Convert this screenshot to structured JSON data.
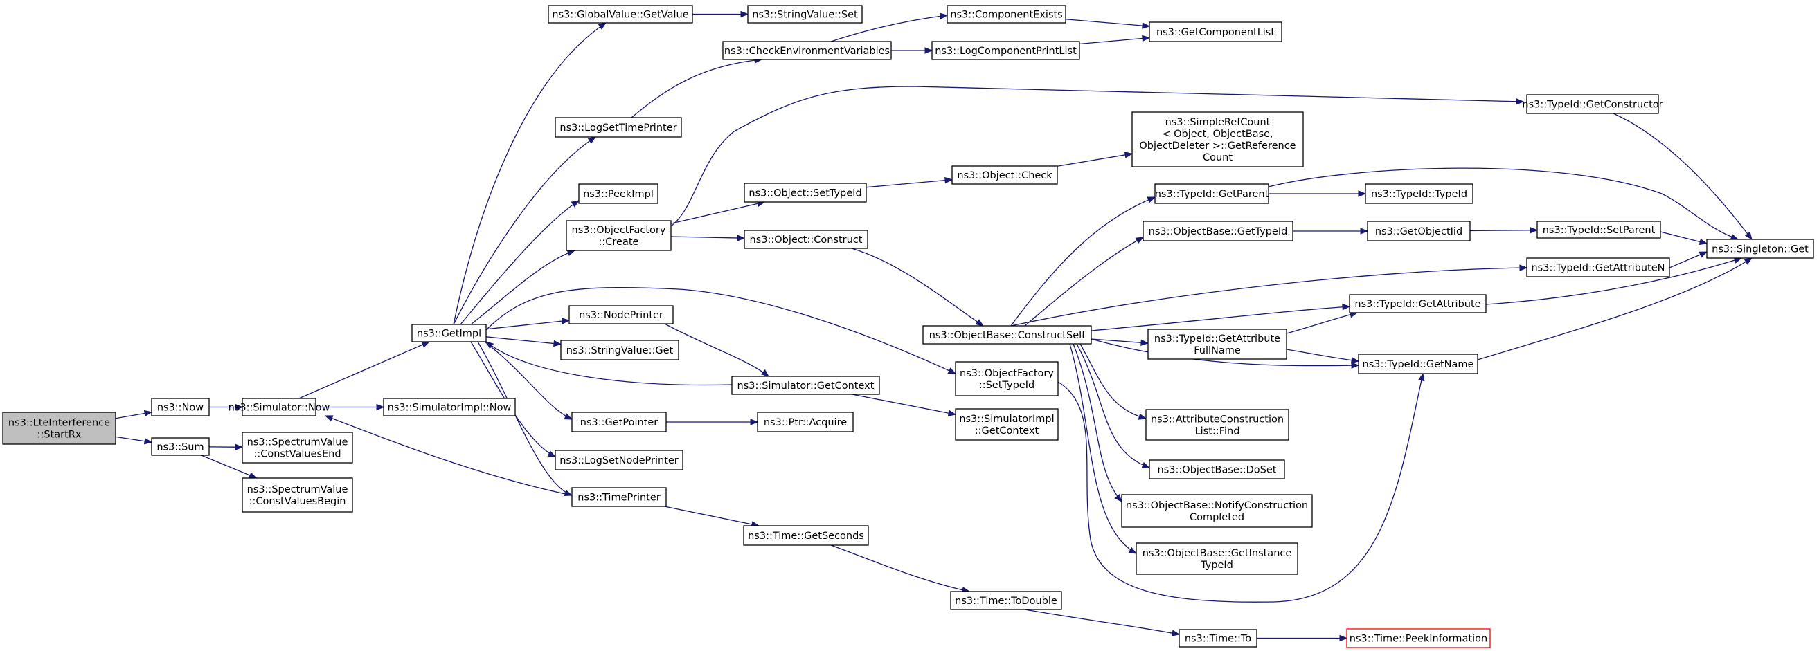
{
  "nodes": [
    {
      "id": "startrx",
      "lines": [
        "ns3::LteInterference",
        "::StartRx"
      ],
      "current": true
    },
    {
      "id": "now",
      "lines": [
        "ns3::Now"
      ]
    },
    {
      "id": "sum",
      "lines": [
        "ns3::Sum"
      ]
    },
    {
      "id": "sim_now",
      "lines": [
        "ns3::Simulator::Now"
      ]
    },
    {
      "id": "simimpl_now",
      "lines": [
        "ns3::SimulatorImpl::Now"
      ]
    },
    {
      "id": "cv_end",
      "lines": [
        "ns3::SpectrumValue",
        "::ConstValuesEnd"
      ]
    },
    {
      "id": "cv_begin",
      "lines": [
        "ns3::SpectrumValue",
        "::ConstValuesBegin"
      ]
    },
    {
      "id": "getimpl",
      "lines": [
        "ns3::GetImpl"
      ]
    },
    {
      "id": "gv_getvalue",
      "lines": [
        "ns3::GlobalValue::GetValue"
      ]
    },
    {
      "id": "sv_set",
      "lines": [
        "ns3::StringValue::Set"
      ]
    },
    {
      "id": "checkenv",
      "lines": [
        "ns3::CheckEnvironmentVariables"
      ]
    },
    {
      "id": "compexists",
      "lines": [
        "ns3::ComponentExists"
      ]
    },
    {
      "id": "logcompprint",
      "lines": [
        "ns3::LogComponentPrintList"
      ]
    },
    {
      "id": "getcomplist",
      "lines": [
        "ns3::GetComponentList"
      ]
    },
    {
      "id": "logsettime",
      "lines": [
        "ns3::LogSetTimePrinter"
      ]
    },
    {
      "id": "peekimpl",
      "lines": [
        "ns3::PeekImpl"
      ]
    },
    {
      "id": "of_create",
      "lines": [
        "ns3::ObjectFactory",
        "::Create"
      ]
    },
    {
      "id": "nodeprinter",
      "lines": [
        "ns3::NodePrinter"
      ]
    },
    {
      "id": "sv_get",
      "lines": [
        "ns3::StringValue::Get"
      ]
    },
    {
      "id": "getpointer",
      "lines": [
        "ns3::GetPointer"
      ]
    },
    {
      "id": "logsetnode",
      "lines": [
        "ns3::LogSetNodePrinter"
      ]
    },
    {
      "id": "timeprinter",
      "lines": [
        "ns3::TimePrinter"
      ]
    },
    {
      "id": "obj_settypeid",
      "lines": [
        "ns3::Object::SetTypeId"
      ]
    },
    {
      "id": "obj_construct",
      "lines": [
        "ns3::Object::Construct"
      ]
    },
    {
      "id": "sim_getcontext",
      "lines": [
        "ns3::Simulator::GetContext"
      ]
    },
    {
      "id": "ptr_acquire",
      "lines": [
        "ns3::Ptr::Acquire"
      ]
    },
    {
      "id": "time_getseconds",
      "lines": [
        "ns3::Time::GetSeconds"
      ]
    },
    {
      "id": "obj_check",
      "lines": [
        "ns3::Object::Check"
      ]
    },
    {
      "id": "ob_constructself",
      "lines": [
        "ns3::ObjectBase::ConstructSelf"
      ]
    },
    {
      "id": "of_settypeid",
      "lines": [
        "ns3::ObjectFactory",
        "::SetTypeId"
      ]
    },
    {
      "id": "simimpl_getcontext",
      "lines": [
        "ns3::SimulatorImpl",
        "::GetContext"
      ]
    },
    {
      "id": "time_todouble",
      "lines": [
        "ns3::Time::ToDouble"
      ]
    },
    {
      "id": "simplerefcount",
      "lines": [
        "ns3::SimpleRefCount",
        "< Object, ObjectBase,",
        "ObjectDeleter >::GetReference",
        "Count"
      ]
    },
    {
      "id": "tid_getparent",
      "lines": [
        "ns3::TypeId::GetParent"
      ]
    },
    {
      "id": "ob_gettypeid",
      "lines": [
        "ns3::ObjectBase::GetTypeId"
      ]
    },
    {
      "id": "tid_getattrfullname",
      "lines": [
        "ns3::TypeId::GetAttribute",
        "FullName"
      ]
    },
    {
      "id": "acl_find",
      "lines": [
        "ns3::AttributeConstruction",
        "List::Find"
      ]
    },
    {
      "id": "ob_doset",
      "lines": [
        "ns3::ObjectBase::DoSet"
      ]
    },
    {
      "id": "ob_notify",
      "lines": [
        "ns3::ObjectBase::NotifyConstruction",
        "Completed"
      ]
    },
    {
      "id": "ob_getinstance",
      "lines": [
        "ns3::ObjectBase::GetInstance",
        "TypeId"
      ]
    },
    {
      "id": "time_to",
      "lines": [
        "ns3::Time::To"
      ]
    },
    {
      "id": "tid_getconstructor",
      "lines": [
        "ns3::TypeId::GetConstructor"
      ]
    },
    {
      "id": "tid_typeid",
      "lines": [
        "ns3::TypeId::TypeId"
      ]
    },
    {
      "id": "getobjectiid",
      "lines": [
        "ns3::GetObjectIid"
      ]
    },
    {
      "id": "tid_setparent",
      "lines": [
        "ns3::TypeId::SetParent"
      ]
    },
    {
      "id": "tid_getattributen",
      "lines": [
        "ns3::TypeId::GetAttributeN"
      ]
    },
    {
      "id": "tid_getattribute",
      "lines": [
        "ns3::TypeId::GetAttribute"
      ]
    },
    {
      "id": "tid_getname",
      "lines": [
        "ns3::TypeId::GetName"
      ]
    },
    {
      "id": "time_peekinfo",
      "lines": [
        "ns3::Time::PeekInformation"
      ],
      "red": true
    },
    {
      "id": "singleton_get",
      "lines": [
        "ns3::Singleton::Get"
      ]
    }
  ],
  "edges": [
    [
      "startrx",
      "now"
    ],
    [
      "startrx",
      "sum"
    ],
    [
      "now",
      "sim_now"
    ],
    [
      "sum",
      "cv_end"
    ],
    [
      "sum",
      "cv_begin"
    ],
    [
      "sim_now",
      "simimpl_now"
    ],
    [
      "sim_now",
      "getimpl"
    ],
    [
      "getimpl",
      "gv_getvalue"
    ],
    [
      "getimpl",
      "logsettime"
    ],
    [
      "getimpl",
      "peekimpl"
    ],
    [
      "getimpl",
      "of_create"
    ],
    [
      "getimpl",
      "nodeprinter"
    ],
    [
      "getimpl",
      "sv_get"
    ],
    [
      "getimpl",
      "getpointer"
    ],
    [
      "getimpl",
      "logsetnode"
    ],
    [
      "getimpl",
      "timeprinter"
    ],
    [
      "getimpl",
      "of_settypeid"
    ],
    [
      "gv_getvalue",
      "sv_set"
    ],
    [
      "logsettime",
      "checkenv"
    ],
    [
      "checkenv",
      "compexists"
    ],
    [
      "checkenv",
      "logcompprint"
    ],
    [
      "compexists",
      "getcomplist"
    ],
    [
      "logcompprint",
      "getcomplist"
    ],
    [
      "of_create",
      "obj_settypeid"
    ],
    [
      "of_create",
      "obj_construct"
    ],
    [
      "of_create",
      "tid_getconstructor"
    ],
    [
      "nodeprinter",
      "sim_getcontext"
    ],
    [
      "sim_getcontext",
      "getimpl"
    ],
    [
      "sim_getcontext",
      "simimpl_getcontext"
    ],
    [
      "getpointer",
      "ptr_acquire"
    ],
    [
      "timeprinter",
      "sim_now"
    ],
    [
      "timeprinter",
      "time_getseconds"
    ],
    [
      "obj_settypeid",
      "obj_check"
    ],
    [
      "obj_check",
      "simplerefcount"
    ],
    [
      "obj_construct",
      "ob_constructself"
    ],
    [
      "time_getseconds",
      "time_todouble"
    ],
    [
      "time_todouble",
      "time_to"
    ],
    [
      "time_to",
      "time_peekinfo"
    ],
    [
      "of_settypeid",
      "tid_getname"
    ],
    [
      "ob_constructself",
      "tid_getparent"
    ],
    [
      "ob_constructself",
      "ob_gettypeid"
    ],
    [
      "ob_constructself",
      "tid_getattributen"
    ],
    [
      "ob_constructself",
      "tid_getattribute"
    ],
    [
      "ob_constructself",
      "tid_getattrfullname"
    ],
    [
      "ob_constructself",
      "tid_getname"
    ],
    [
      "ob_constructself",
      "acl_find"
    ],
    [
      "ob_constructself",
      "ob_doset"
    ],
    [
      "ob_constructself",
      "ob_notify"
    ],
    [
      "ob_constructself",
      "ob_getinstance"
    ],
    [
      "tid_getparent",
      "tid_typeid"
    ],
    [
      "tid_getparent",
      "singleton_get"
    ],
    [
      "ob_gettypeid",
      "getobjectiid"
    ],
    [
      "getobjectiid",
      "tid_setparent"
    ],
    [
      "tid_setparent",
      "singleton_get"
    ],
    [
      "tid_getattrfullname",
      "tid_getattribute"
    ],
    [
      "tid_getattrfullname",
      "tid_getname"
    ],
    [
      "tid_getattributen",
      "singleton_get"
    ],
    [
      "tid_getattribute",
      "singleton_get"
    ],
    [
      "tid_getname",
      "singleton_get"
    ],
    [
      "tid_getconstructor",
      "singleton_get"
    ]
  ]
}
